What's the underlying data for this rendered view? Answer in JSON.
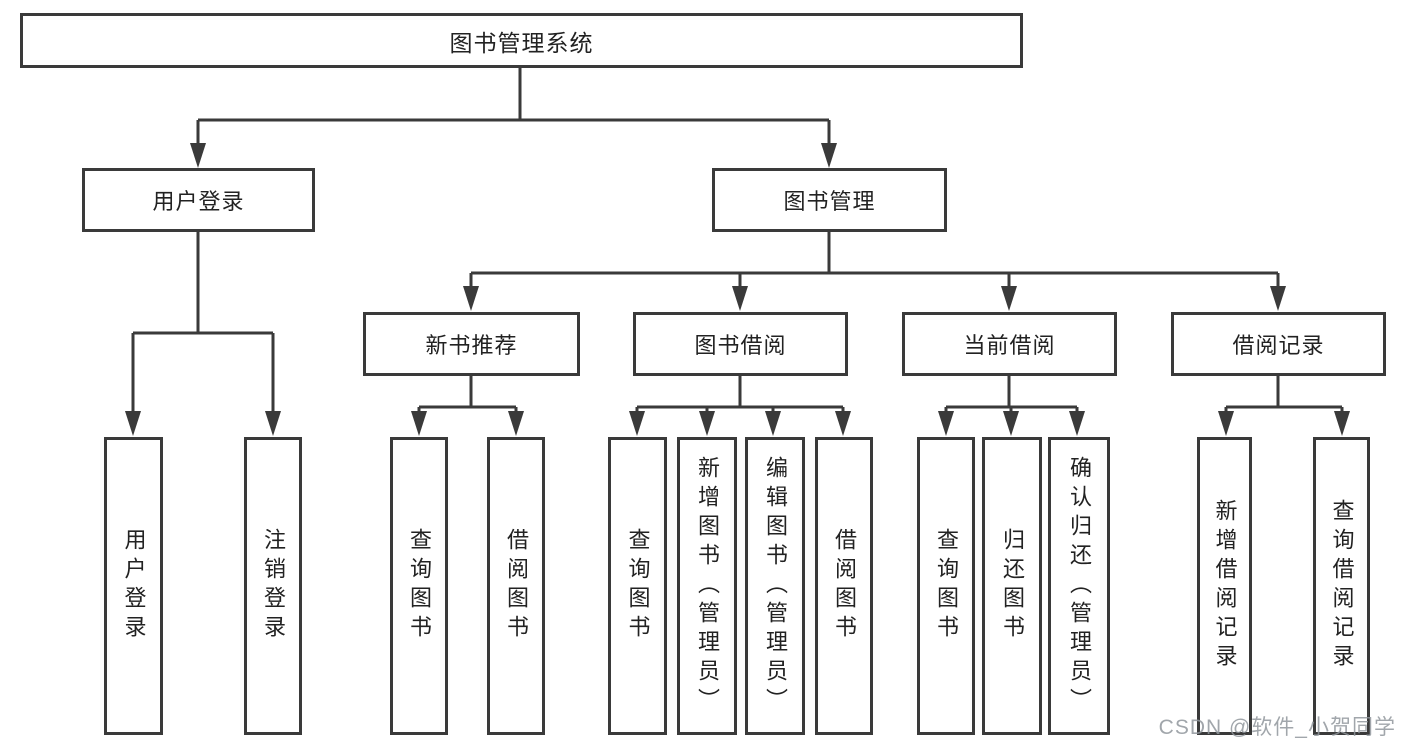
{
  "diagram_title": "图书管理系统",
  "tree": {
    "root": "图书管理系统",
    "branches": [
      {
        "label": "用户登录",
        "children": [
          "用户登录",
          "注销登录"
        ]
      },
      {
        "label": "图书管理",
        "sections": [
          {
            "label": "新书推荐",
            "children": [
              "查询图书",
              "借阅图书"
            ]
          },
          {
            "label": "图书借阅",
            "children": [
              "查询图书",
              "新增图书（管理员）",
              "编辑图书（管理员）",
              "借阅图书"
            ]
          },
          {
            "label": "当前借阅",
            "children": [
              "查询图书",
              "归还图书",
              "确认归还（管理员）"
            ]
          },
          {
            "label": "借阅记录",
            "children": [
              "新增借阅记录",
              "查询借阅记录"
            ]
          }
        ]
      }
    ]
  },
  "watermark": "CSDN @软件_小贺同学",
  "colors": {
    "line": "#3a3a3a",
    "box_border": "#3a3a3a",
    "box_fill": "#ffffff",
    "text": "#222222",
    "watermark": "#92969c",
    "background": "#ffffff"
  }
}
